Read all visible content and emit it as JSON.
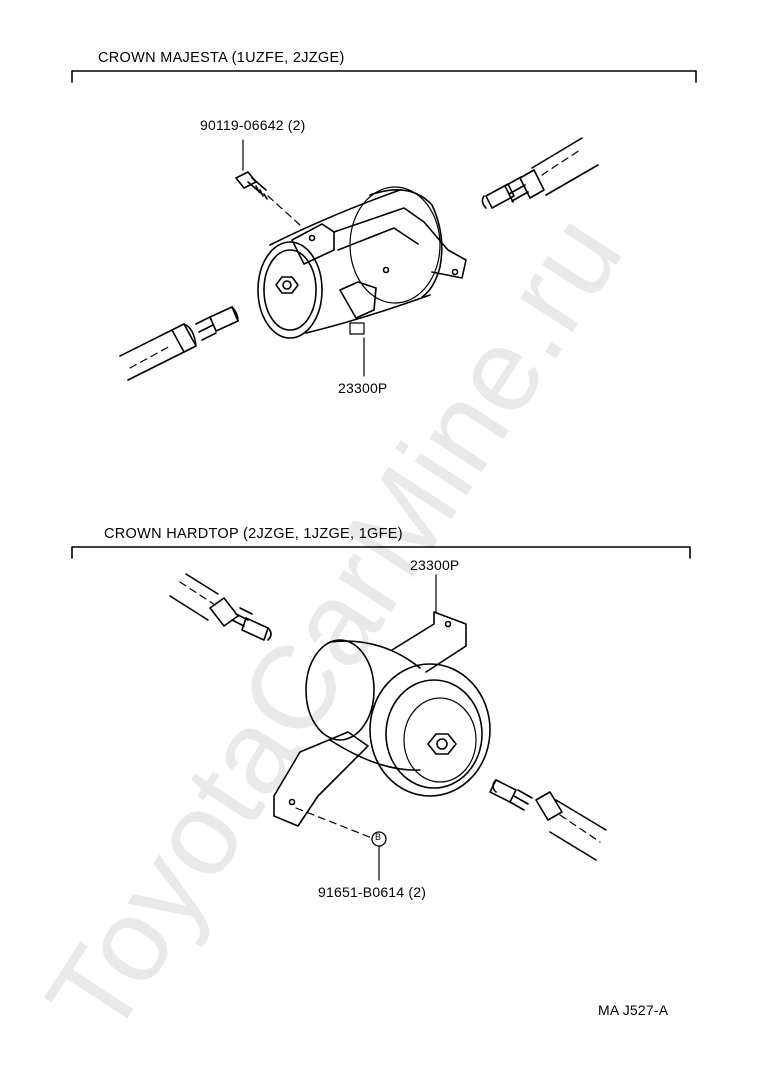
{
  "watermark": "ToyotaCarMine.ru",
  "sections": [
    {
      "title": "CROWN  MAJESTA (1UZFE, 2JZGE)",
      "bolt_label": "90119-06642 (2)",
      "part_label": "23300P"
    },
    {
      "title": "CROWN  HARDTOP (2JZGE, 1JZGE, 1GFE)",
      "part_label": "23300P",
      "nut_label": "91651-B0614 (2)",
      "nut_marker": "B"
    }
  ],
  "footer": {
    "code": "MA  J527-A"
  }
}
